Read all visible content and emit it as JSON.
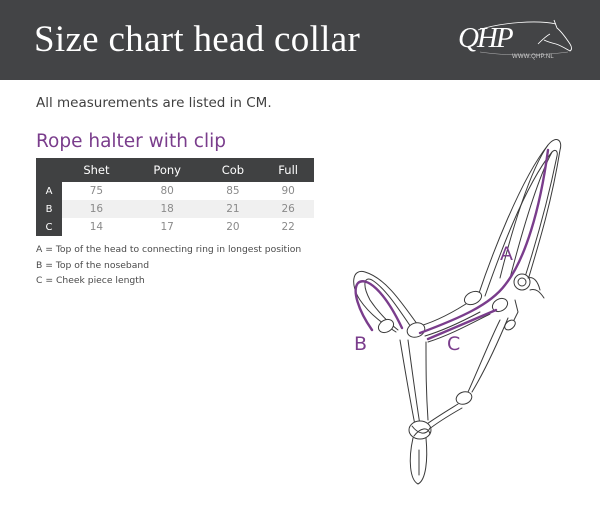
{
  "header": {
    "title": "Size chart head collar",
    "logo": {
      "text": "QHP",
      "url_text": "WWW.QHP.NL",
      "icon": "horse-head-icon"
    }
  },
  "intro": "All measurements are listed in CM.",
  "subtitle": "Rope halter with clip",
  "table": {
    "columns": [
      "Shet",
      "Pony",
      "Cob",
      "Full"
    ],
    "rows": [
      {
        "label": "A",
        "values": [
          "75",
          "80",
          "85",
          "90"
        ]
      },
      {
        "label": "B",
        "values": [
          "16",
          "18",
          "21",
          "26"
        ]
      },
      {
        "label": "C",
        "values": [
          "14",
          "17",
          "20",
          "22"
        ]
      }
    ]
  },
  "notes": [
    "A = Top of the head to connecting ring in longest position",
    "B = Top of the noseband",
    "C = Cheek piece length"
  ],
  "diagram": {
    "labels": {
      "a": "A",
      "b": "B",
      "c": "C"
    },
    "colors": {
      "outline": "#3a3a3a",
      "accent": "#7a3d8c"
    }
  },
  "colors": {
    "header_bg": "#434446",
    "table_header_bg": "#404142",
    "accent_purple": "#7a3d8c",
    "alt_row_bg": "#f0f0f0"
  }
}
